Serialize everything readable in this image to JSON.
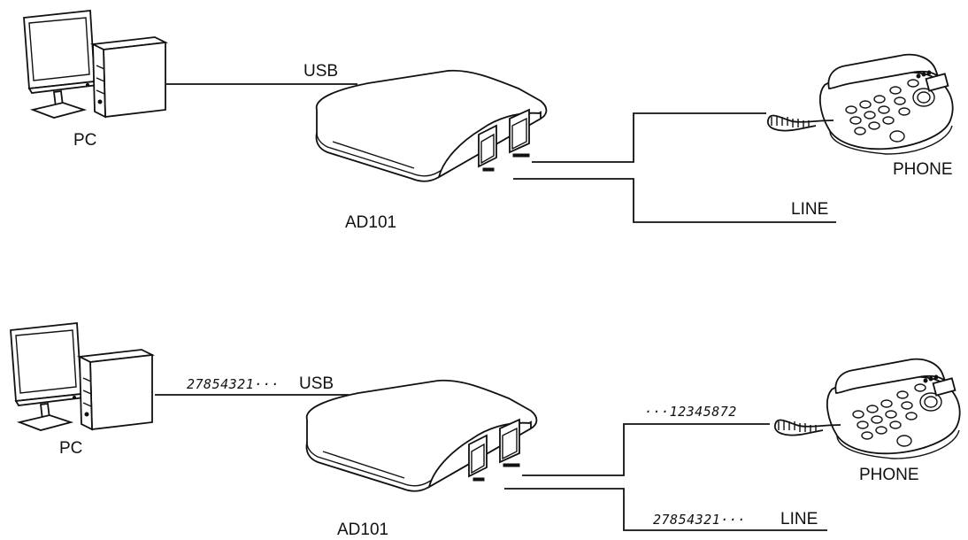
{
  "diagrams": [
    {
      "pc_label": "PC",
      "usb_label": "USB",
      "device_label": "AD101",
      "phone_label": "PHONE",
      "line_label": "LINE",
      "usb_digits": "",
      "phone_digits": "",
      "line_digits": ""
    },
    {
      "pc_label": "PC",
      "usb_label": "USB",
      "device_label": "AD101",
      "phone_label": "PHONE",
      "line_label": "LINE",
      "usb_digits": "27854321···",
      "phone_digits": "···12345872",
      "line_digits": "27854321···"
    }
  ],
  "icons": {
    "computer": "computer-icon",
    "device": "ad101-device-icon",
    "telephone": "telephone-icon"
  }
}
